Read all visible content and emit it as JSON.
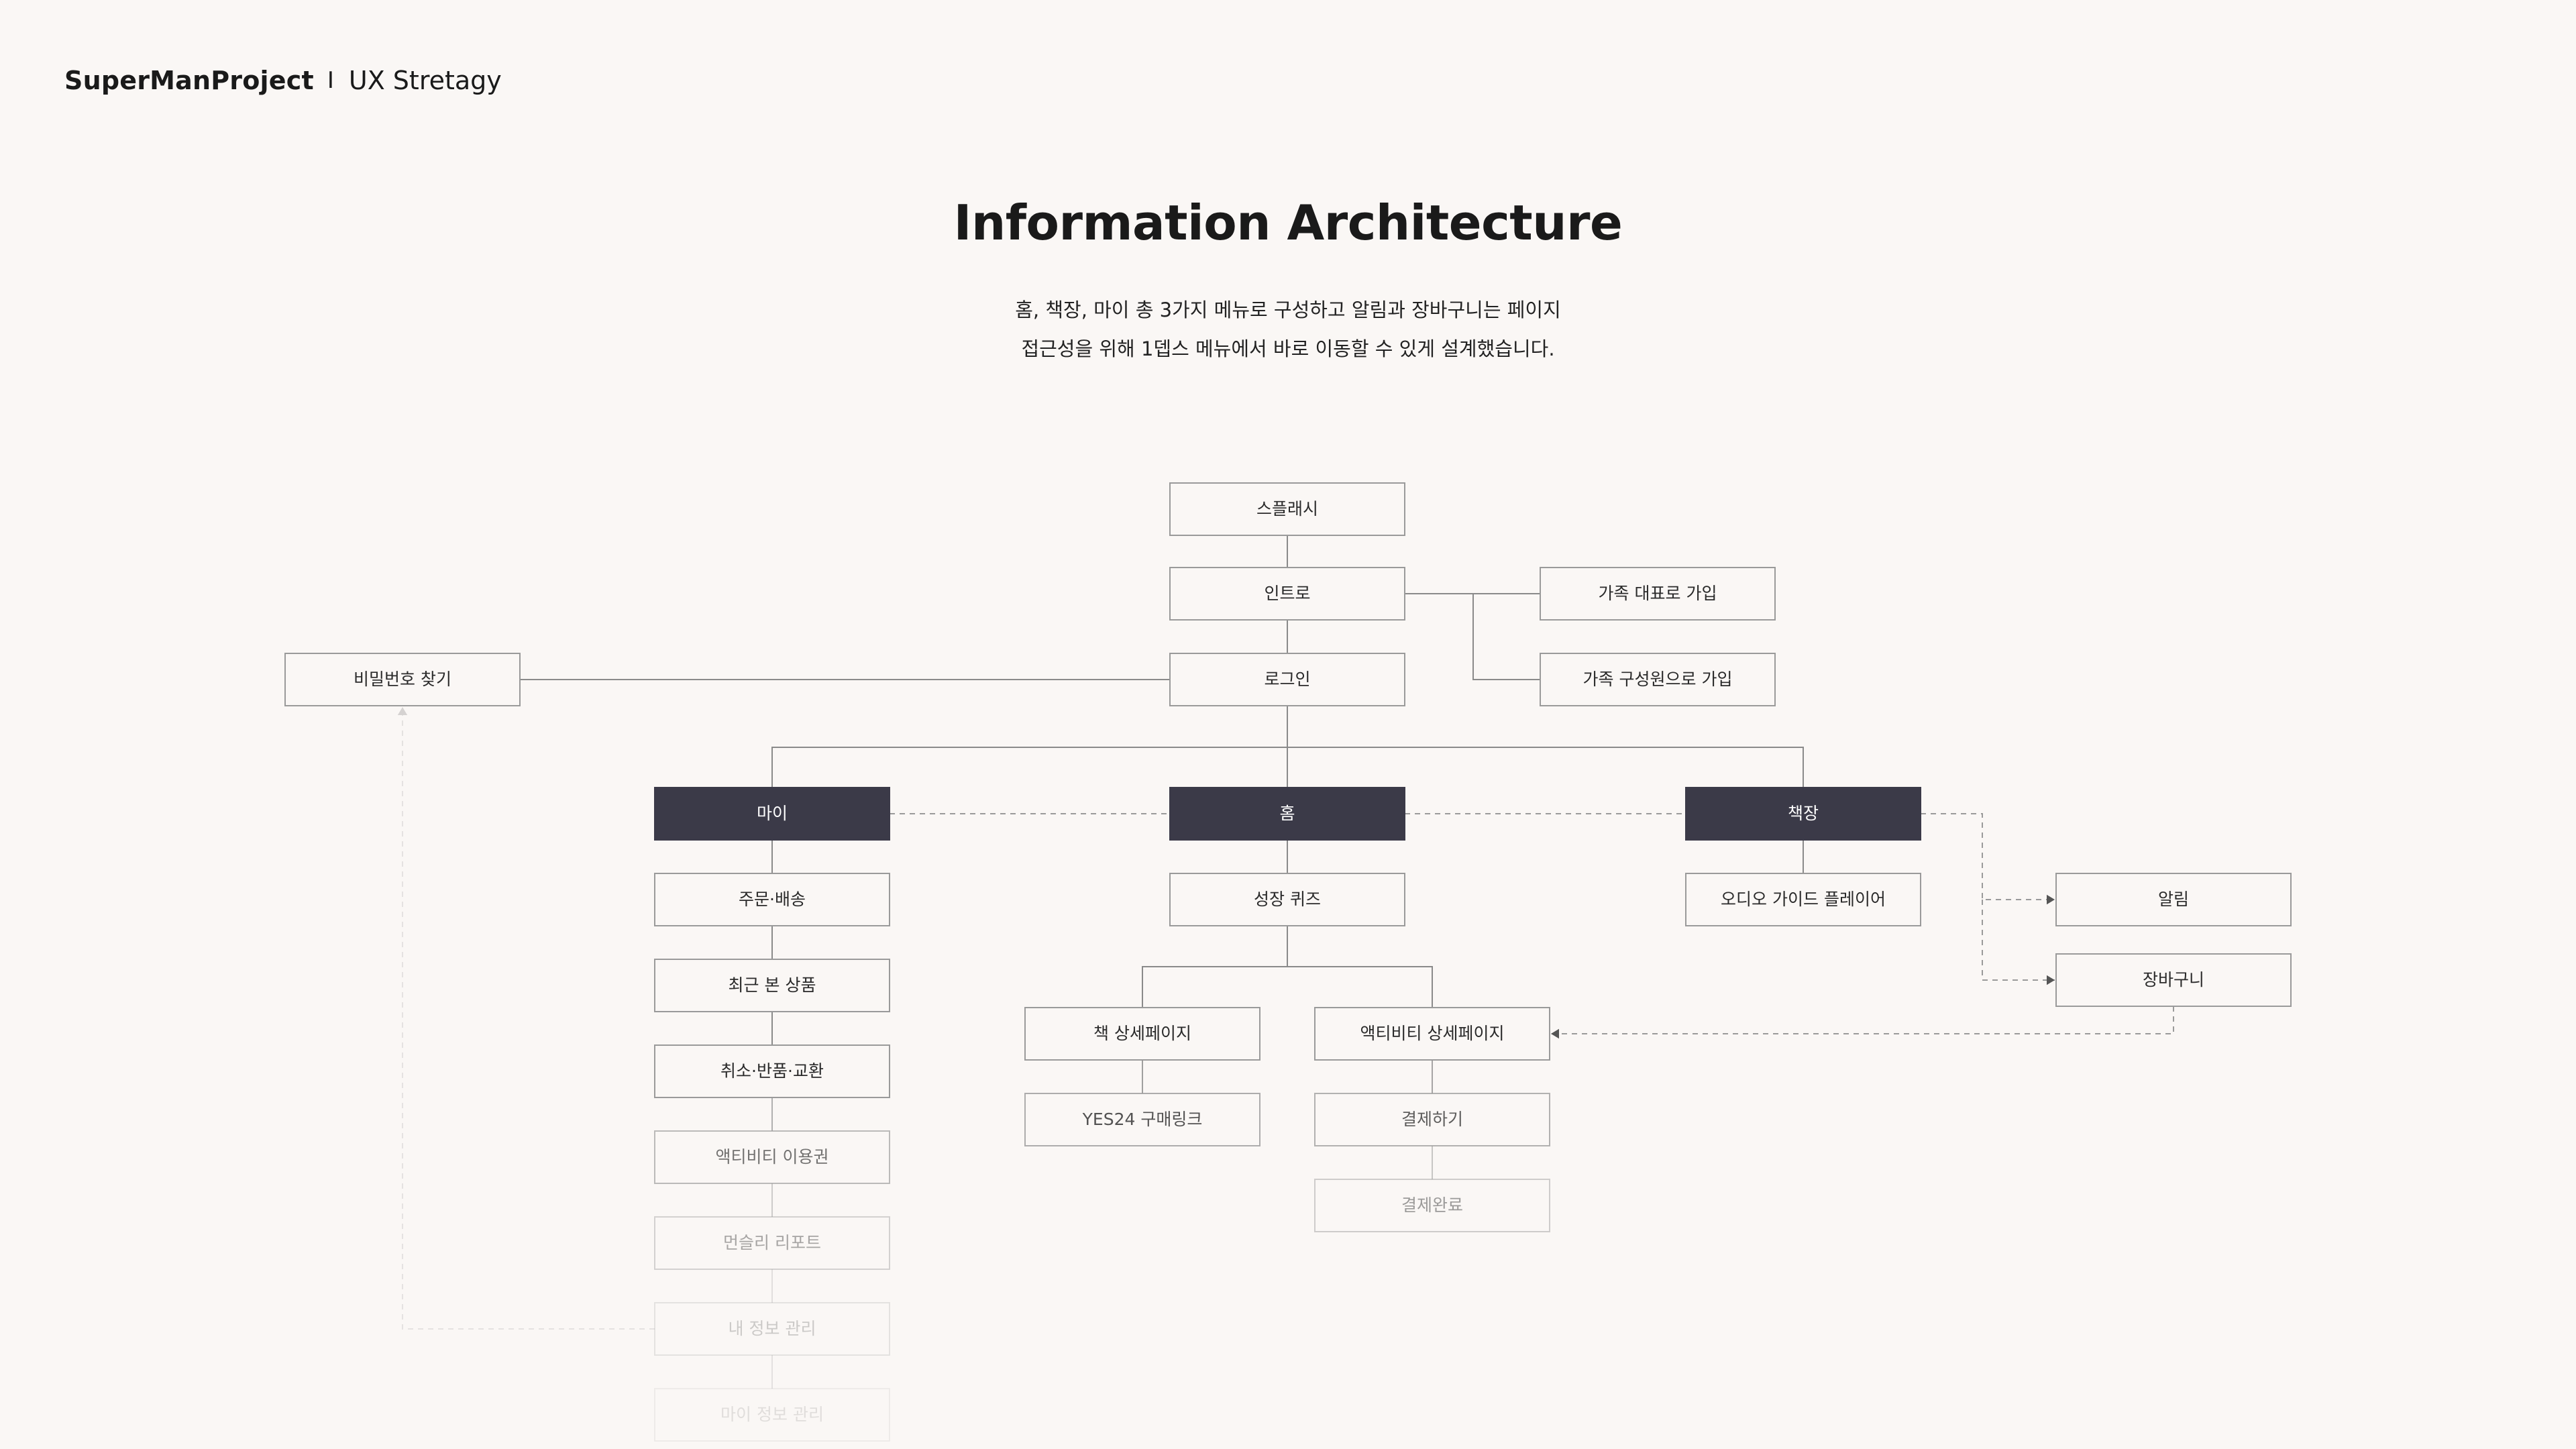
{
  "header": {
    "brand": "SuperManProject",
    "separator": "I",
    "section": "UX Stretagy"
  },
  "title": "Information Architecture",
  "subtitle_lines": [
    "홈, 책장, 마이 총 3가지 메뉴로 구성하고 알림과 장바구니는 페이지",
    "접근성을 위해 1뎁스 메뉴에서 바로 이동할 수 있게 설계했습니다."
  ],
  "diagram": {
    "nodes": [
      {
        "id": "splash",
        "label": "스플래시"
      },
      {
        "id": "intro",
        "label": "인트로"
      },
      {
        "id": "family-rep",
        "label": "가족 대표로 가입"
      },
      {
        "id": "family-member",
        "label": "가족 구성원으로 가입"
      },
      {
        "id": "login",
        "label": "로그인"
      },
      {
        "id": "find-password",
        "label": "비밀번호 찾기"
      },
      {
        "id": "my",
        "label": "마이",
        "style": "dark"
      },
      {
        "id": "home",
        "label": "홈",
        "style": "dark"
      },
      {
        "id": "bookshelf",
        "label": "책장",
        "style": "dark"
      },
      {
        "id": "order-delivery",
        "label": "주문·배송"
      },
      {
        "id": "recent-products",
        "label": "최근 본 상품"
      },
      {
        "id": "cancel-return",
        "label": "취소·반품·교환"
      },
      {
        "id": "activity-ticket",
        "label": "액티비티 이용권"
      },
      {
        "id": "monthly-report",
        "label": "먼슬리 리포트"
      },
      {
        "id": "my-info",
        "label": "내 정보 관리"
      },
      {
        "id": "my-family",
        "label": "마이 정보 관리"
      },
      {
        "id": "growth-quiz",
        "label": "성장 퀴즈"
      },
      {
        "id": "book-detail",
        "label": "책 상세페이지"
      },
      {
        "id": "yes24-link",
        "label": "YES24 구매링크"
      },
      {
        "id": "activity-detail",
        "label": "액티비티 상세페이지"
      },
      {
        "id": "payment",
        "label": "결제하기"
      },
      {
        "id": "payment-done",
        "label": "결제완료"
      },
      {
        "id": "audio-guide",
        "label": "오디오 가이드 플레이어"
      },
      {
        "id": "notification",
        "label": "알림"
      },
      {
        "id": "cart",
        "label": "장바구니"
      }
    ],
    "edges": [
      {
        "from": "splash",
        "to": "intro",
        "style": "solid"
      },
      {
        "from": "intro",
        "to": "login",
        "style": "solid"
      },
      {
        "from": "intro",
        "to": "family-rep",
        "style": "solid"
      },
      {
        "from": "intro",
        "to": "family-member",
        "style": "solid"
      },
      {
        "from": "login",
        "to": "find-password",
        "style": "solid"
      },
      {
        "from": "login",
        "to": "my",
        "style": "solid"
      },
      {
        "from": "login",
        "to": "home",
        "style": "solid"
      },
      {
        "from": "login",
        "to": "bookshelf",
        "style": "solid"
      },
      {
        "from": "my",
        "to": "home",
        "style": "dashed"
      },
      {
        "from": "home",
        "to": "bookshelf",
        "style": "dashed"
      },
      {
        "from": "my",
        "to": "order-delivery",
        "style": "solid"
      },
      {
        "from": "order-delivery",
        "to": "recent-products",
        "style": "solid"
      },
      {
        "from": "recent-products",
        "to": "cancel-return",
        "style": "solid"
      },
      {
        "from": "cancel-return",
        "to": "activity-ticket",
        "style": "solid"
      },
      {
        "from": "activity-ticket",
        "to": "monthly-report",
        "style": "solid"
      },
      {
        "from": "monthly-report",
        "to": "my-info",
        "style": "solid"
      },
      {
        "from": "my-info",
        "to": "my-family",
        "style": "solid"
      },
      {
        "from": "my-info",
        "to": "find-password",
        "style": "dashed",
        "arrow": true
      },
      {
        "from": "home",
        "to": "growth-quiz",
        "style": "solid"
      },
      {
        "from": "growth-quiz",
        "to": "book-detail",
        "style": "solid"
      },
      {
        "from": "growth-quiz",
        "to": "activity-detail",
        "style": "solid"
      },
      {
        "from": "book-detail",
        "to": "yes24-link",
        "style": "solid"
      },
      {
        "from": "activity-detail",
        "to": "payment",
        "style": "solid"
      },
      {
        "from": "payment",
        "to": "payment-done",
        "style": "solid"
      },
      {
        "from": "bookshelf",
        "to": "audio-guide",
        "style": "solid"
      },
      {
        "from": "bookshelf",
        "to": "notification",
        "style": "dashed",
        "arrow": true
      },
      {
        "from": "bookshelf",
        "to": "cart",
        "style": "dashed",
        "arrow": true
      },
      {
        "from": "cart",
        "to": "activity-detail",
        "style": "dashed",
        "arrow": true
      }
    ]
  }
}
